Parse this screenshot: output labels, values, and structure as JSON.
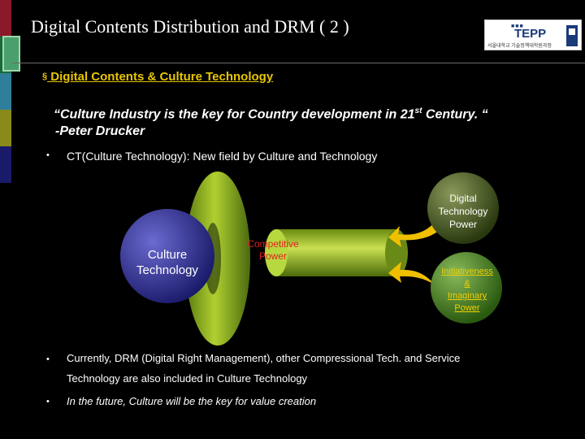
{
  "slide": {
    "title": "Digital Contents Distribution and DRM ( 2 )"
  },
  "logo": {
    "brand": "TEPP",
    "dots": "■■■",
    "subtitle": "서울대학교 기술정책대학원과정"
  },
  "section": {
    "marker": "§",
    "heading": " Digital Contents & Culture Technology"
  },
  "quote": {
    "line1_before": "“Culture Industry is the key for Country development in 21",
    "line1_sup": "st",
    "line1_after": " Century.   “",
    "line2": "-Peter Drucker"
  },
  "bullets": [
    {
      "marker": "•",
      "text": "CT(Culture Technology): New field by Culture and Technology"
    },
    {
      "marker": "•",
      "text": "Currently, DRM (Digital Right Management), other Compressional Tech. and Service"
    },
    {
      "marker": "",
      "text": "Technology are also included in Culture Technology"
    },
    {
      "marker": "•",
      "text": " In the future, Culture will be the key for value creation"
    }
  ],
  "diagram": {
    "culture_line1": "Culture",
    "culture_line2": "Technology",
    "competitive_line1": "Competitive",
    "competitive_line2": "Power",
    "digital_line1": "Digital",
    "digital_line2": "Technology",
    "digital_line3": "Power",
    "imag_line1": "Initiativeness",
    "imag_line2": "&",
    "imag_line3": "Imaginary",
    "imag_line4": "Power"
  },
  "colors": {
    "title_text": "#ffffff",
    "section_heading": "#e8c600",
    "sidebar": [
      "#8a1a2a",
      "#1a6b3a",
      "#2f7f9a",
      "#8a8a1a",
      "#1a1a6b"
    ],
    "culture_circle": "#3a3a9a",
    "ring": "#8ab020",
    "cylinder": "#a0c020",
    "arrow": "#f0c000",
    "digital_circle": "#4a5a2a",
    "imag_circle": "#4a7a2a",
    "imag_text": "#f0d000"
  }
}
